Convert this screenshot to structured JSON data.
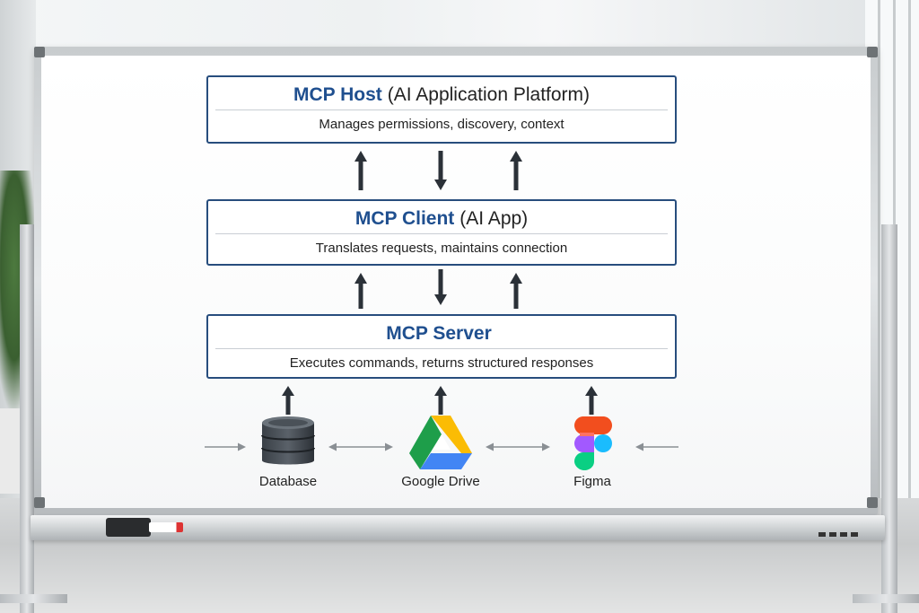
{
  "diagram": {
    "host": {
      "title": "MCP Host",
      "subtitle": "(AI Application Platform)",
      "description": "Manages permissions, discovery, context"
    },
    "client": {
      "title": "MCP Client",
      "subtitle": "(AI App)",
      "description": "Translates requests, maintains connection"
    },
    "server": {
      "title": "MCP Server",
      "subtitle": "",
      "description": "Executes commands, returns structured responses"
    },
    "sources": [
      {
        "label": "Database",
        "icon": "database-icon"
      },
      {
        "label": "Google Drive",
        "icon": "google-drive-icon"
      },
      {
        "label": "Figma",
        "icon": "figma-icon"
      }
    ]
  },
  "colors": {
    "title_blue": "#1f4f8f",
    "box_border": "#274d7d",
    "arrow": "#2b3138"
  }
}
